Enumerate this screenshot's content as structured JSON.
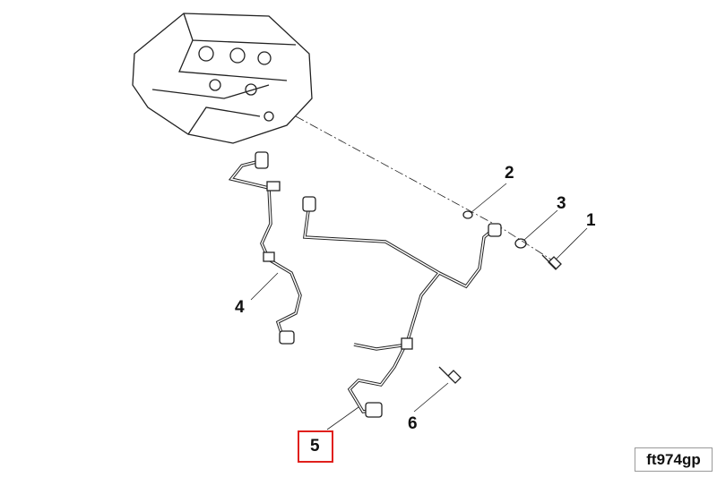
{
  "callouts": {
    "c1": "1",
    "c2": "2",
    "c3": "3",
    "c4": "4",
    "c5": "5",
    "c6": "6"
  },
  "highlighted_callout": "5",
  "figure_ref": "ft974gp",
  "colors": {
    "highlight": "#e0201c",
    "line": "#222222"
  }
}
